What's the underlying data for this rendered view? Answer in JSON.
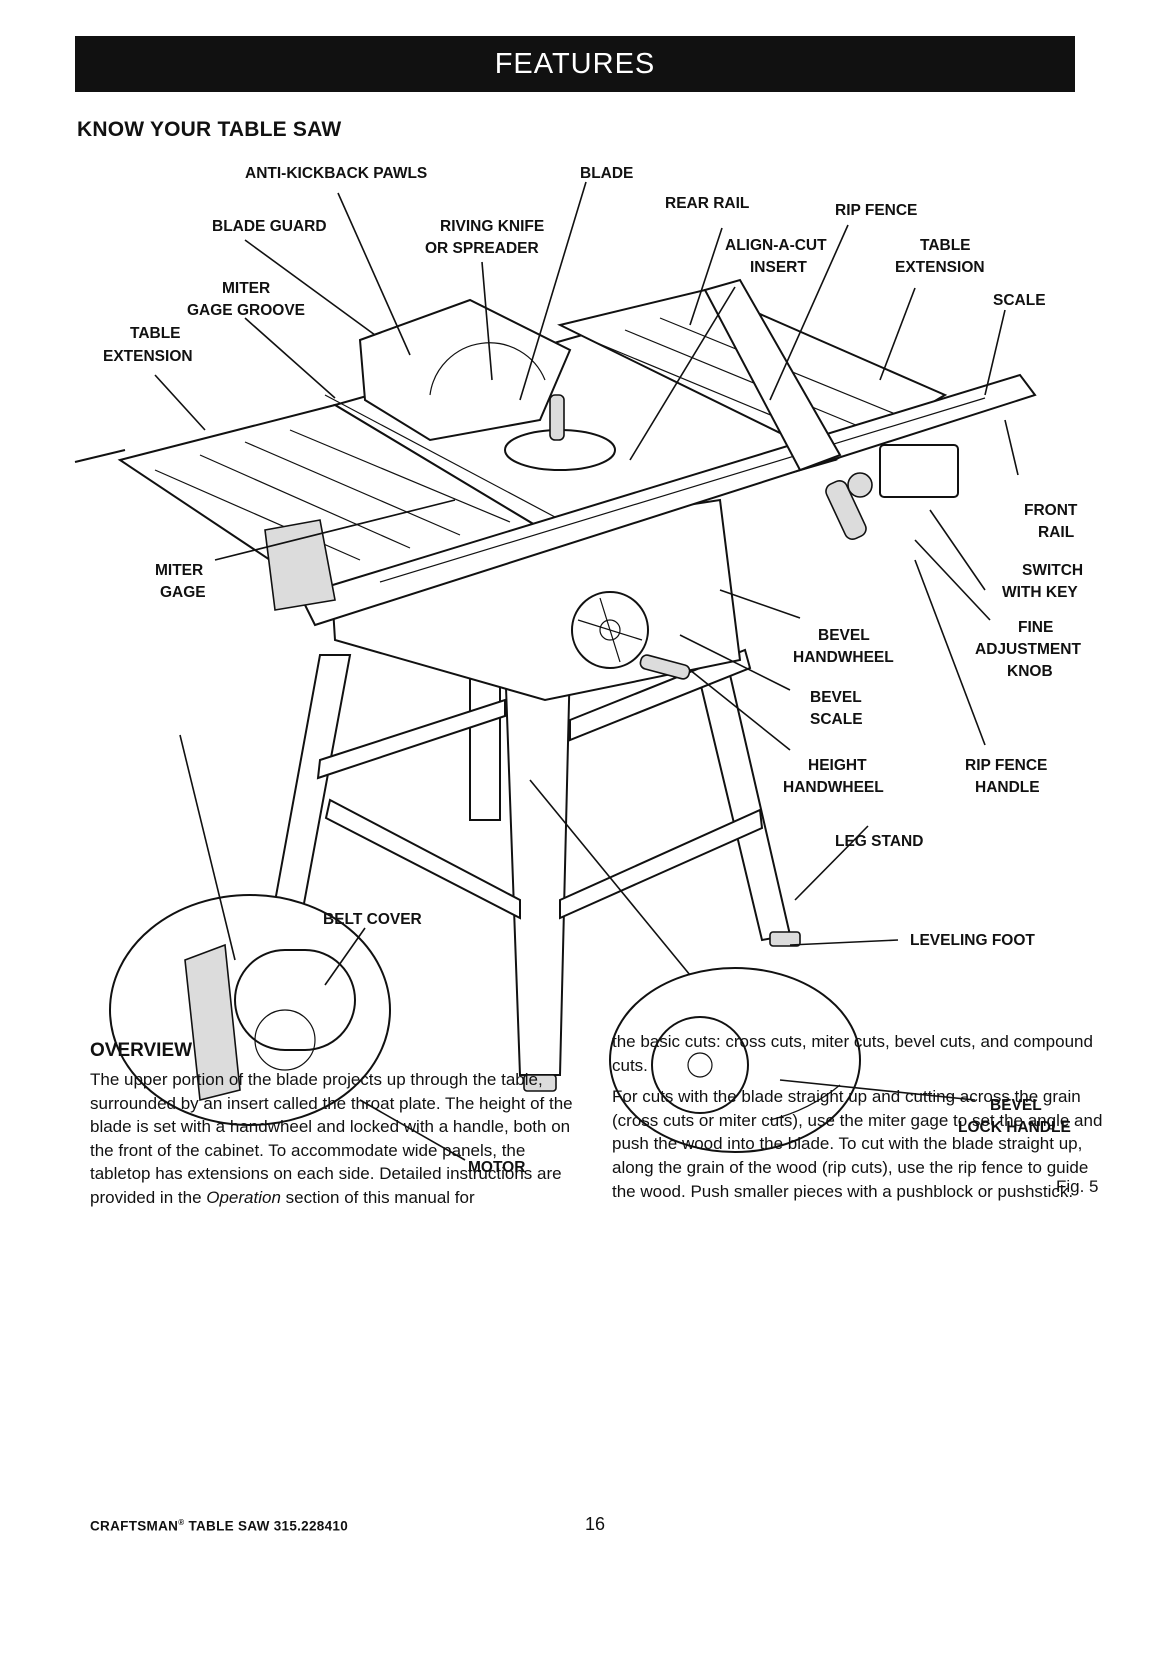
{
  "header": {
    "title": "FEATURES"
  },
  "section": {
    "heading": "KNOW YOUR TABLE SAW"
  },
  "figure": {
    "label": "Fig. 5",
    "callouts": {
      "anti_kickback_pawls": "ANTI-KICKBACK PAWLS",
      "blade": "BLADE",
      "blade_guard": "BLADE GUARD",
      "riving_knife_line1": "RIVING KNIFE",
      "riving_knife_line2": "OR SPREADER",
      "rear_rail": "REAR RAIL",
      "rip_fence": "RIP FENCE",
      "align_a_cut_line1": "ALIGN-A-CUT",
      "align_a_cut_line2": "INSERT",
      "table_extension_right_line1": "TABLE",
      "table_extension_right_line2": "EXTENSION",
      "miter_gage_groove_line1": "MITER",
      "miter_gage_groove_line2": "GAGE GROOVE",
      "scale": "SCALE",
      "table_extension_left_line1": "TABLE",
      "table_extension_left_line2": "EXTENSION",
      "front_rail_line1": "FRONT",
      "front_rail_line2": "RAIL",
      "miter_gage_line1": "MITER",
      "miter_gage_line2": "GAGE",
      "switch_with_key_line1": "SWITCH",
      "switch_with_key_line2": "WITH KEY",
      "bevel_handwheel_line1": "BEVEL",
      "bevel_handwheel_line2": "HANDWHEEL",
      "fine_adjustment_knob_line1": "FINE",
      "fine_adjustment_knob_line2": "ADJUSTMENT",
      "fine_adjustment_knob_line3": "KNOB",
      "bevel_scale_line1": "BEVEL",
      "bevel_scale_line2": "SCALE",
      "height_handwheel_line1": "HEIGHT",
      "height_handwheel_line2": "HANDWHEEL",
      "rip_fence_handle_line1": "RIP FENCE",
      "rip_fence_handle_line2": "HANDLE",
      "leg_stand": "LEG STAND",
      "belt_cover": "BELT COVER",
      "leveling_foot": "LEVELING FOOT",
      "bevel_lock_handle_line1": "BEVEL",
      "bevel_lock_handle_line2": "LOCK HANDLE",
      "motor": "MOTOR"
    }
  },
  "overview": {
    "title": "OVERVIEW",
    "left_paragraph_before": "The upper portion of the blade projects up through the table, surrounded by an insert called the throat plate. The height of the blade is set with a handwheel and locked with a handle, both on the front of the cabinet. To accommodate wide panels, the tabletop has extensions on each side. Detailed instructions are provided in the ",
    "left_paragraph_italic": "Operation",
    "left_paragraph_after": " section of this manual for",
    "right_paragraph_1": "the basic cuts: cross cuts, miter cuts, bevel cuts, and compound cuts.",
    "right_paragraph_2": "For cuts with the blade straight up and cutting across the grain (cross cuts or miter cuts), use the miter gage to set the angle and push the wood into the blade. To cut with the blade straight up, along the grain of the wood (rip cuts), use the rip fence to guide the wood. Push smaller pieces with a pushblock or pushstick."
  },
  "footer": {
    "brand": "CRAFTSMAN",
    "brand_mark": "®",
    "model": " TABLE SAW 315.228410",
    "page_number": "16"
  }
}
